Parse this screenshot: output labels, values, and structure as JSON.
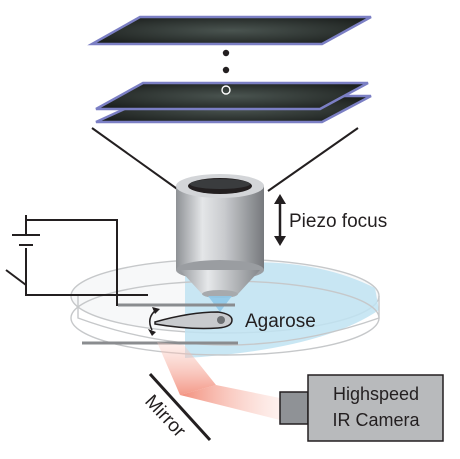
{
  "labels": {
    "piezo": "Piezo focus",
    "agarose": "Agarose",
    "mirror": "Mirror",
    "camera_line1": "Highspeed",
    "camera_line2": "IR Camera"
  },
  "colors": {
    "slice_border": "#7b7fc4",
    "slice_fill": "#2a2f2c",
    "objective_light": "#d9dbde",
    "objective_dark": "#8e9195",
    "agarose": "#bfe3f2",
    "ir_beam": "#f0826e",
    "camera_body": "#b8babc",
    "line": "#231f20"
  }
}
